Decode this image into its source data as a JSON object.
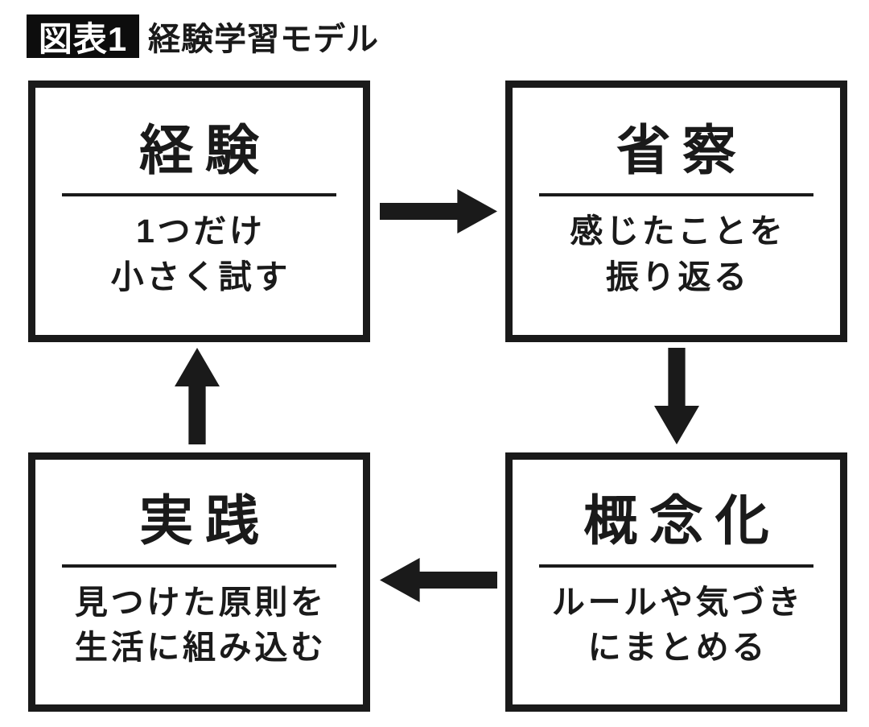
{
  "figure": {
    "label": "図表1",
    "title": "経験学習モデル"
  },
  "nodes": [
    {
      "id": "experience",
      "heading": "経験",
      "lines": [
        "1つだけ",
        "小さく試す"
      ]
    },
    {
      "id": "reflection",
      "heading": "省察",
      "lines": [
        "感じたことを",
        "振り返る"
      ]
    },
    {
      "id": "conceptualization",
      "heading": "概念化",
      "lines": [
        "ルールや気づき",
        "にまとめる"
      ]
    },
    {
      "id": "practice",
      "heading": "実践",
      "lines": [
        "見つけた原則を",
        "生活に組み込む"
      ]
    }
  ],
  "arrows": [
    {
      "from": "experience",
      "to": "reflection",
      "direction": "right"
    },
    {
      "from": "reflection",
      "to": "conceptualization",
      "direction": "down"
    },
    {
      "from": "conceptualization",
      "to": "practice",
      "direction": "left"
    },
    {
      "from": "practice",
      "to": "experience",
      "direction": "up"
    }
  ],
  "colors": {
    "ink": "#1a1a1a",
    "label_background": "#0d0d0d",
    "background": "#ffffff"
  }
}
